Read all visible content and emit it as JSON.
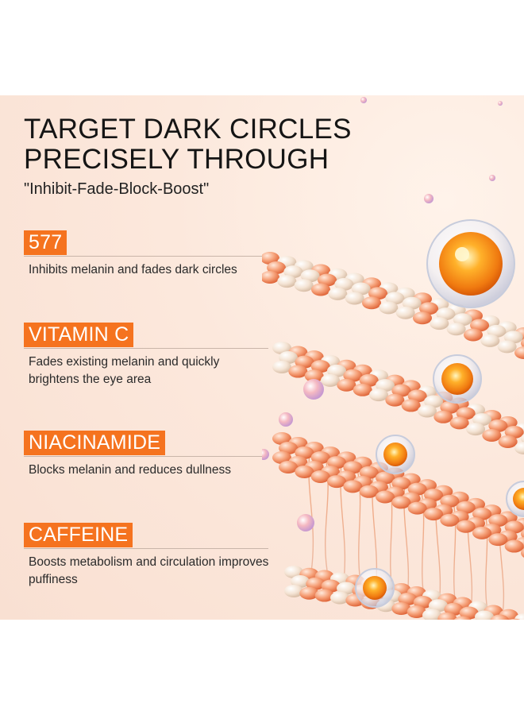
{
  "header": {
    "title": "TARGET DARK CIRCLES PRECISELY THROUGH",
    "subtitle": "\"Inhibit-Fade-Block-Boost\""
  },
  "ingredients": [
    {
      "name": "577",
      "description": "Inhibits melanin and fades dark circles"
    },
    {
      "name": "VITAMIN C",
      "description": "Fades existing melanin and quickly brightens the eye area"
    },
    {
      "name": "NIACINAMIDE",
      "description": "Blocks melanin and reduces dullness"
    },
    {
      "name": "CAFFEINE",
      "description": "Boosts metabolism and circulation improves puffiness"
    }
  ],
  "colors": {
    "accent": "#f5731f",
    "background": "#fbe6da",
    "text": "#151515"
  },
  "illustration": "skin-layers-illustration"
}
